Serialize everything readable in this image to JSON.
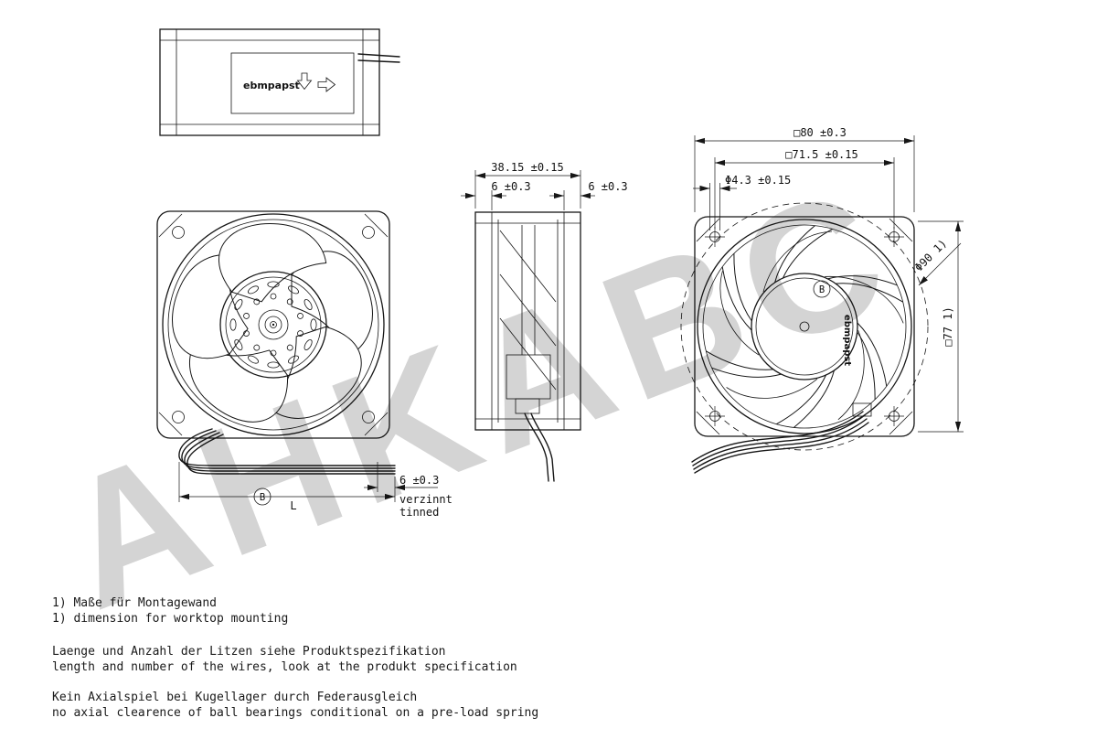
{
  "watermark": "AHKABC",
  "brand": {
    "logo_top": "ebmpapst",
    "logo_rear": "ebmpapst"
  },
  "dims": {
    "depth": "38.15 ±0.15",
    "flange_left": "6 ±0.3",
    "flange_right": "6 ±0.3",
    "outer_square": "□80 ±0.3",
    "hole_pitch": "□71.5 ±0.15",
    "hole_dia": "Φ4.3 ±0.15",
    "mount_circle": "Φ90 1)",
    "mount_square": "□77 1)",
    "wire_tinned_len": "6 ±0.3",
    "tinned_de": "verzinnt",
    "tinned_en": "tinned",
    "wire_length": "L",
    "balloon_front": "B",
    "balloon_rear": "B"
  },
  "notes": {
    "note1_de": "1) Maße für Montagewand",
    "note1_en": "1) dimension for worktop mounting",
    "note2_de": "Laenge und Anzahl der Litzen siehe Produktspezifikation",
    "note2_en": "length and number of the wires, look at the produkt specification",
    "note3_de": "Kein Axialspiel bei Kugellager durch Federausgleich",
    "note3_en": "no axial clearence of ball bearings conditional on a pre-load spring"
  }
}
